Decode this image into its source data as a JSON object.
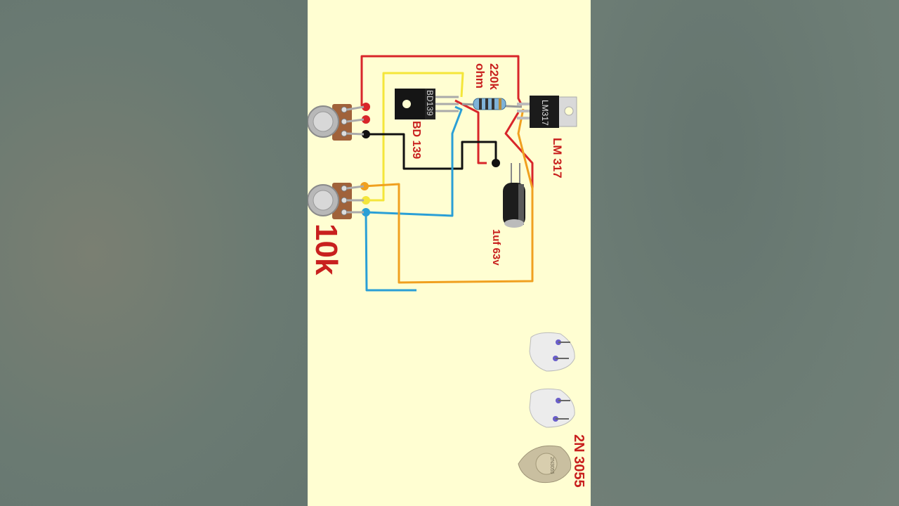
{
  "labels": {
    "resistor": "220k ohm",
    "resistor_line1": "220k",
    "resistor_line2": "ohm",
    "regulator_chip": "LM317",
    "regulator_label": "LM 317",
    "driver_chip": "BD139",
    "driver_label": "BD 139",
    "capacitor_label": "1uf 63v",
    "pot_label": "10k",
    "power_transistor_label": "2N 3055",
    "power_transistor_marking": "2N3055"
  },
  "colors": {
    "panel_bg": "#fffed2",
    "wire_red": "#d8262a",
    "wire_yellow": "#f4e63a",
    "wire_black": "#111111",
    "wire_blue": "#2a9fd6",
    "wire_orange": "#f0a020",
    "label_red": "#c8201e"
  }
}
